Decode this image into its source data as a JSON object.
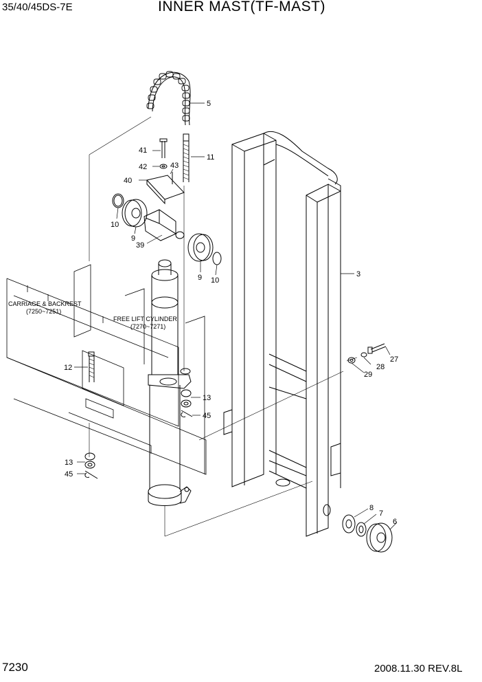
{
  "header": {
    "model": "35/40/45DS-7E",
    "title": "INNER  MAST(TF-MAST)"
  },
  "footer": {
    "page": "7230",
    "revision": "2008.11.30  REV.8L"
  },
  "callouts": {
    "c5": "5",
    "c41": "41",
    "c11": "11",
    "c42": "42",
    "c43": "43",
    "c40": "40",
    "c10a": "10",
    "c9a": "9",
    "c39": "39",
    "c9b": "9",
    "c10b": "10",
    "c3": "3",
    "c27": "27",
    "c28": "28",
    "c29": "29",
    "c12": "12",
    "c13a": "13",
    "c45a": "45",
    "c13b": "13",
    "c45b": "45",
    "c8": "8",
    "c7": "7",
    "c6": "6"
  },
  "notes": {
    "carriage": "CARRIAGE & BACKREST",
    "carriage_ref": "(7250~7251)",
    "cylinder": "FREE LIFT CYLINDER",
    "cylinder_ref": "(7270~7271)"
  }
}
